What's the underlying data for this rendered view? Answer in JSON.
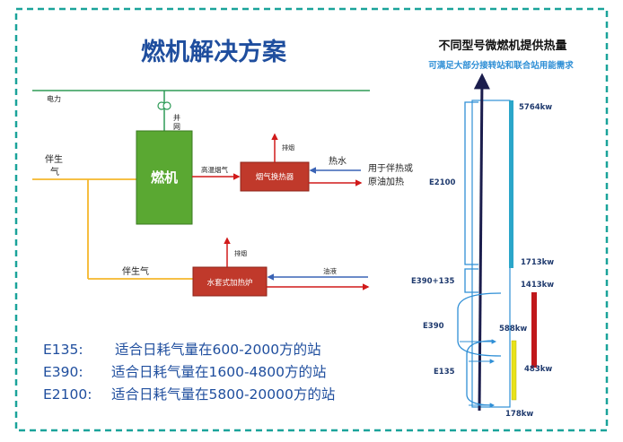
{
  "title": "燃机解决方案",
  "right_title": "不同型号微燃机提供热量",
  "right_subtitle": "可满足大部分接转站和联合站用能需求",
  "labels": {
    "power": "电力",
    "grid": "并网",
    "assoc_gas_left": "伴生气",
    "turbine": "燃机",
    "exhaust_hot": "高温烟气",
    "heat_exchanger": "烟气换热器",
    "smoke1": "排烟",
    "hot_water": "热水",
    "heating_use": "用于伴热或原油加热",
    "assoc_gas_bottom": "伴生气",
    "water_heater": "水套式加热炉",
    "smoke2": "排烟",
    "oil": "油液"
  },
  "specs": [
    {
      "model": "E135:",
      "desc": "适合日耗气量在600-2000方的站"
    },
    {
      "model": "E390:",
      "desc": "适合日耗气量在1600-4800方的站"
    },
    {
      "model": "E2100:",
      "desc": "适合日耗气量在5800-20000方的站"
    }
  ],
  "scale": {
    "model_labels": [
      "E2100",
      "E390+135",
      "E390",
      "E135"
    ],
    "values": [
      "5764kw",
      "1713kw",
      "1413kw",
      "588kw",
      "483kw",
      "178kw"
    ]
  },
  "colors": {
    "frame": "#1aa39a",
    "title": "#1f4e9e",
    "power_line": "#2e9b57",
    "turbine": "#5aa832",
    "box_red": "#c0392b",
    "gas_line": "#f5b72b",
    "red_line": "#d11a1a",
    "blue_line": "#3a63b5",
    "axis": "#1b1d4d",
    "bracket": "#2f8fd6",
    "bar_e2100": "#2aa6c9",
    "bar_e390": "#c0181b",
    "bar_e135": "#e8e21a"
  }
}
